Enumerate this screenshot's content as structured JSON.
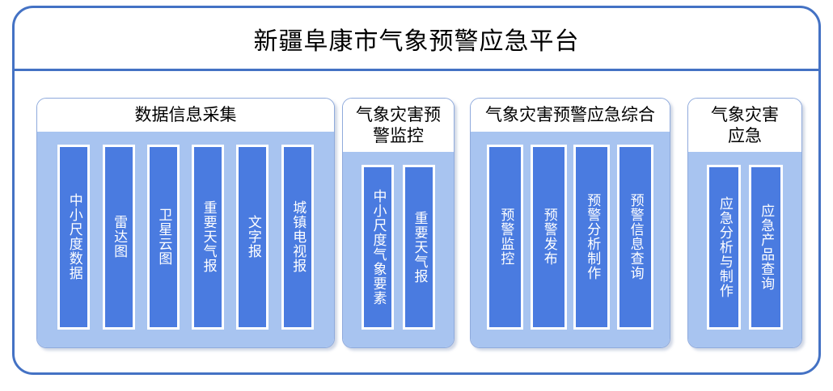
{
  "platform": {
    "title": "新疆阜康市气象预警应急平台"
  },
  "panels": [
    {
      "id": "data-collection",
      "header": "数据信息采集",
      "items": [
        {
          "label": "中小尺度数据"
        },
        {
          "label": "雷达图"
        },
        {
          "label": "卫星云图"
        },
        {
          "label": "重要天气报"
        },
        {
          "label": "文字报"
        },
        {
          "label": "城镇电视报"
        }
      ]
    },
    {
      "id": "disaster-monitoring",
      "header": "气象灾害预\n警监控",
      "items": [
        {
          "label": "中小尺度气象要素"
        },
        {
          "label": "重要天气报"
        }
      ]
    },
    {
      "id": "warning-integrated",
      "header": "气象灾害预警应急综合",
      "items": [
        {
          "label": "预警监控"
        },
        {
          "label": "预警发布"
        },
        {
          "label": "预警分析制作"
        },
        {
          "label": "预警信息查询"
        }
      ]
    },
    {
      "id": "disaster-emergency",
      "header": "气象灾害\n应急",
      "items": [
        {
          "label": "应急分析与制作"
        },
        {
          "label": "应急产品查询"
        }
      ]
    }
  ],
  "colors": {
    "frame_border": "#4472C4",
    "panel_border": "#8FAADC",
    "panel_body": "#A8C4F0",
    "item_fill": "#4A7BE0",
    "item_border": "#FFFFFF",
    "title_text": "#000000"
  }
}
